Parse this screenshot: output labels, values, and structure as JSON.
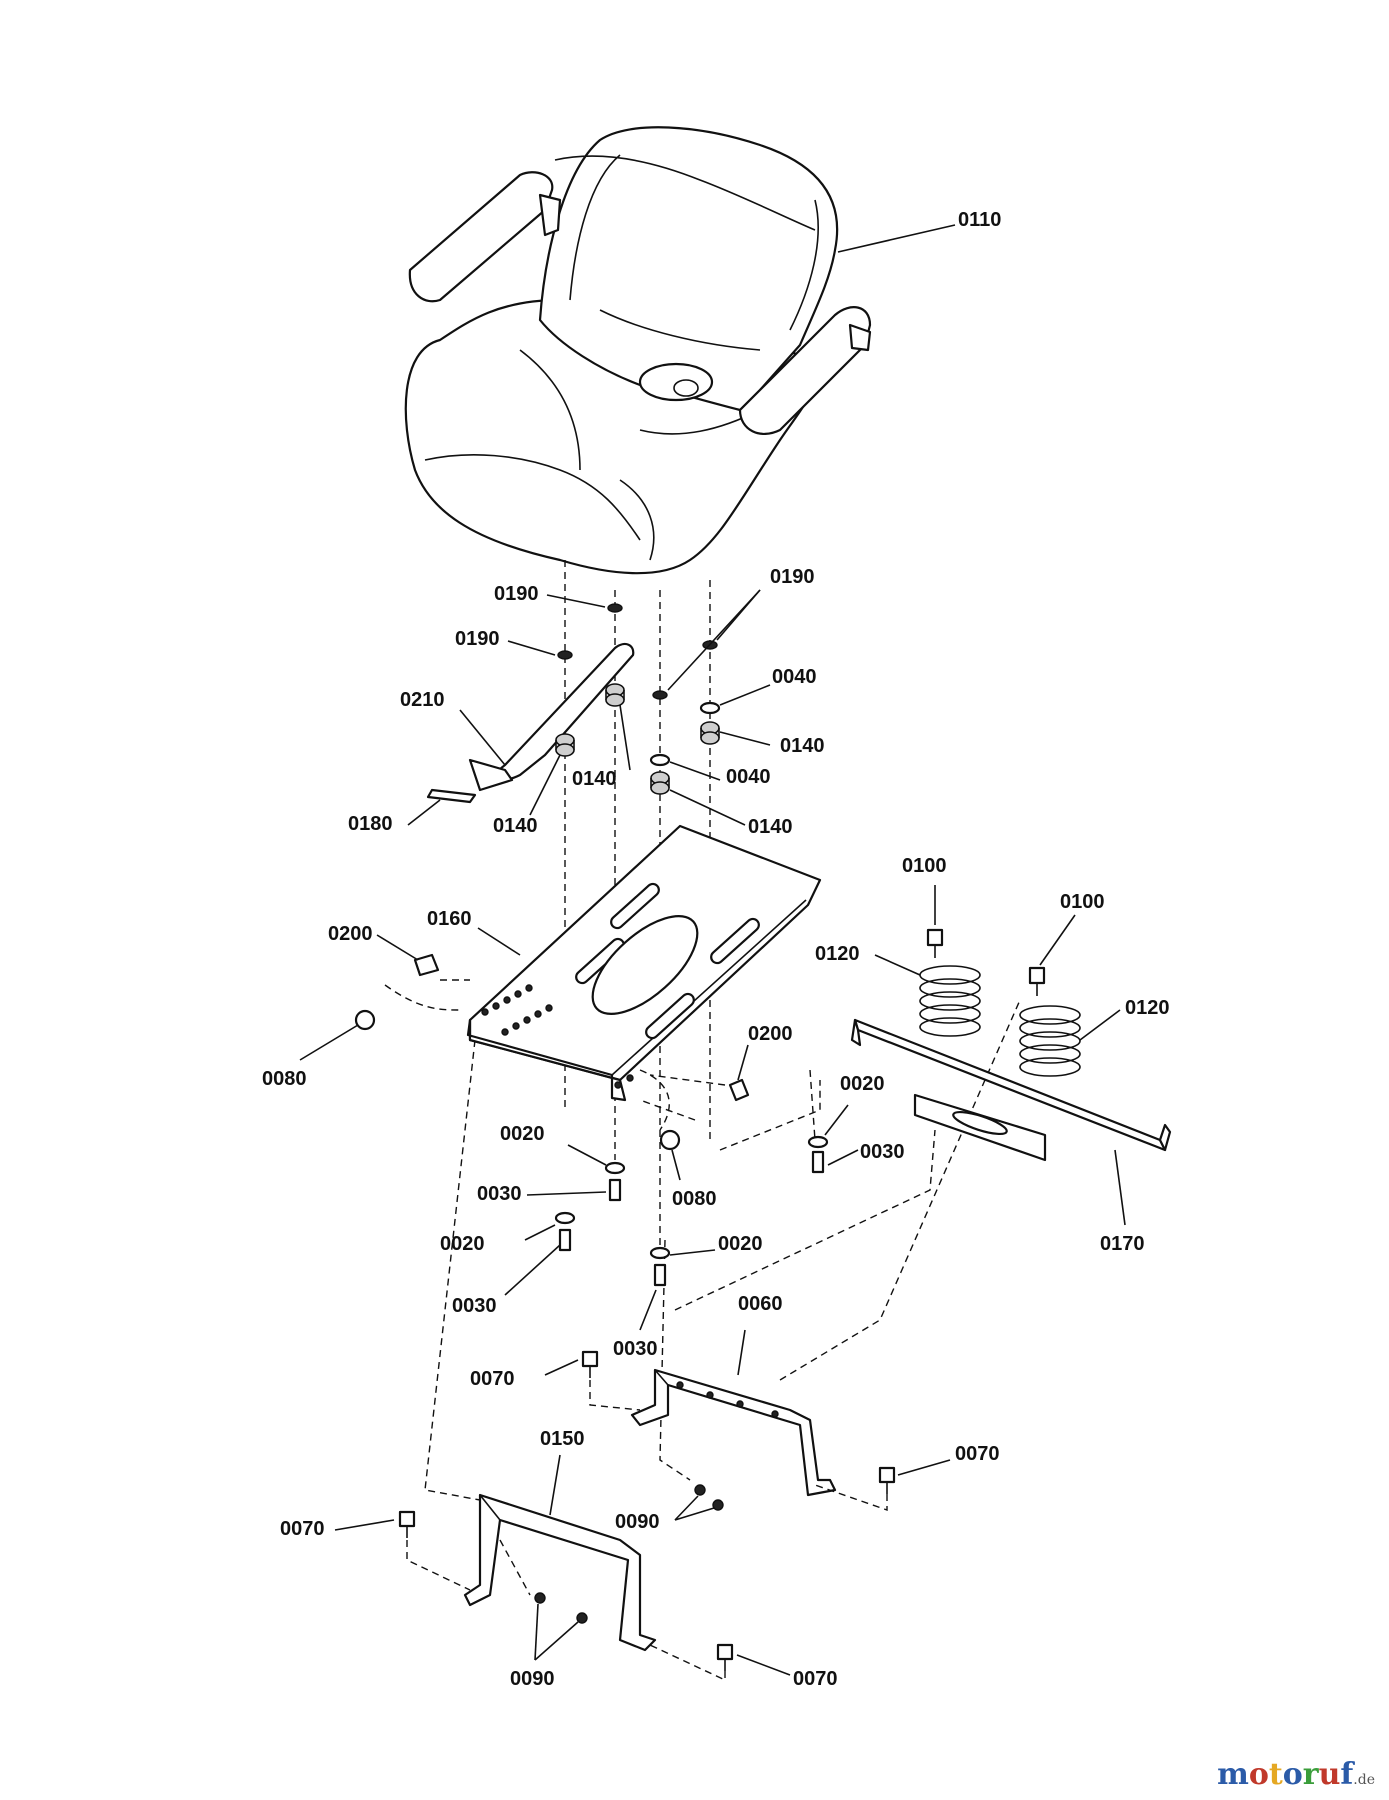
{
  "callouts": {
    "c0110": "0110",
    "c0190a": "0190",
    "c0190b": "0190",
    "c0190c": "0190",
    "c0210": "0210",
    "c0040a": "0040",
    "c0140a": "0140",
    "c0140b": "0140",
    "c0140c": "0140",
    "c0040b": "0040",
    "c0140d": "0140",
    "c0180": "0180",
    "c0100a": "0100",
    "c0100b": "0100",
    "c0120a": "0120",
    "c0120b": "0120",
    "c0200a": "0200",
    "c0160": "0160",
    "c0080a": "0080",
    "c0200b": "0200",
    "c0020a": "0020",
    "c0030a": "0030",
    "c0020b": "0020",
    "c0030b": "0030",
    "c0080b": "0080",
    "c0170": "0170",
    "c0020c": "0020",
    "c0030c": "0030",
    "c0020d": "0020",
    "c0030d": "0030",
    "c0060": "0060",
    "c0070a": "0070",
    "c0070b": "0070",
    "c0150": "0150",
    "c0090a": "0090",
    "c0070c": "0070",
    "c0090b": "0090",
    "c0070d": "0070"
  },
  "watermark": {
    "brand": "motoruf",
    "suffix": ".de",
    "letters": [
      "m",
      "o",
      "t",
      "o",
      "r",
      "u",
      "f"
    ],
    "colors": [
      "#2b5ba8",
      "#c0392b",
      "#e5a823",
      "#2b5ba8",
      "#3a9d3a",
      "#c0392b",
      "#2b5ba8"
    ],
    "suffix_color": "#555555"
  }
}
